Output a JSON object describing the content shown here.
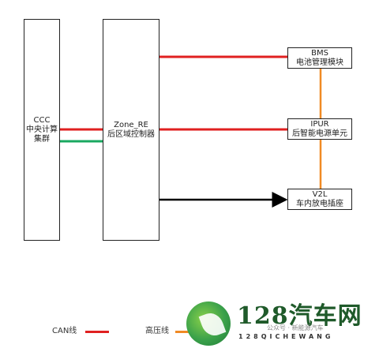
{
  "nodes": {
    "ccc": {
      "line1": "CCC",
      "line2": "中央计算",
      "line3": "集群"
    },
    "zone_re": {
      "line1": "Zone_RE",
      "line2": "后区域控制器"
    },
    "bms": {
      "line1": "BMS",
      "line2": "电池管理模块"
    },
    "ipur": {
      "line1": "IPUR",
      "line2": "后智能电源单元"
    },
    "v2l": {
      "line1": "V2L",
      "line2": "车内放电插座"
    }
  },
  "legend": {
    "can_label": "CAN线",
    "hv_label": "高压线",
    "can_color": "#e02020",
    "hv_color": "#f08a24",
    "eth_color": "#1aa860",
    "signal_color": "#000000"
  },
  "watermark": {
    "title": "128汽车网",
    "subtitle": "128QICHEWANG",
    "overlay": "公众号 · 新能源汽车"
  }
}
